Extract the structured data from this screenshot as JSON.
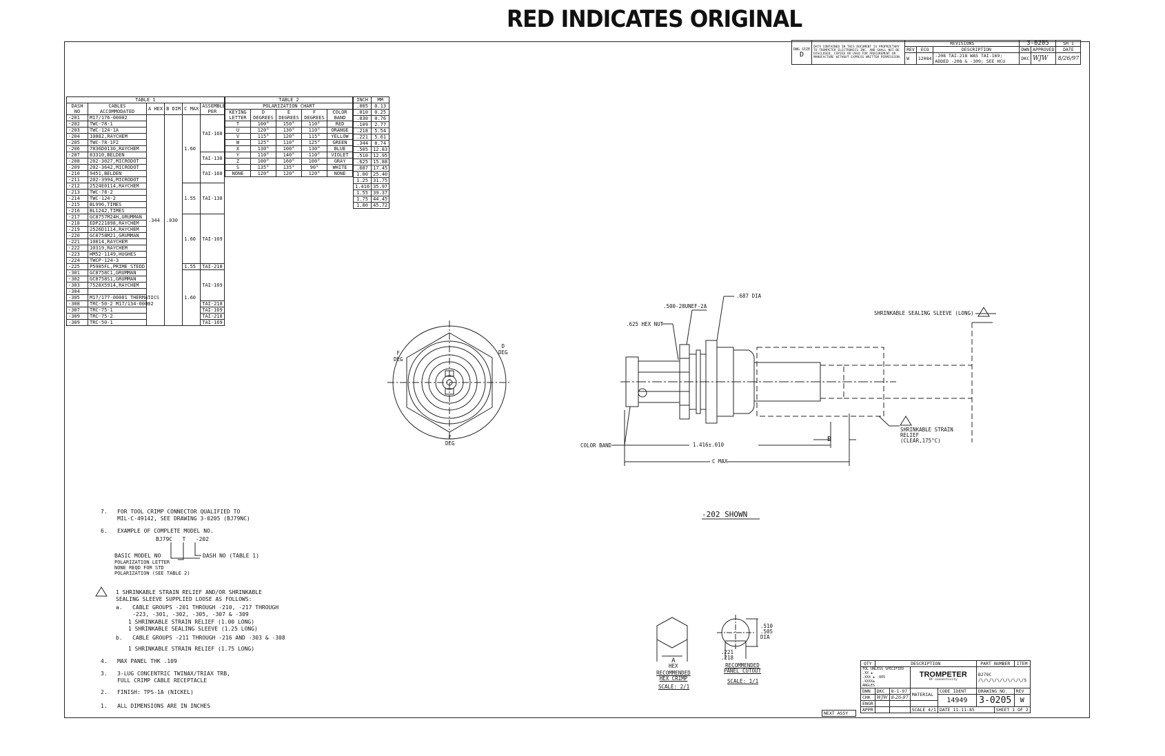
{
  "stamp": "RED INDICATES ORIGINAL",
  "rev_block": {
    "dwg_size_label": "DWG SIZE",
    "dwg_size": "D",
    "proprietary": "DATA CONTAINED IN THIS DOCUMENT IS PROPRIETARY TO TROMPETER ELECTRONICS INC. AND SHALL NOT BE DISCLOSED, COPIED OR USED FOR PROCUREMENT OR MANUFACTURE WITHOUT EXPRESS WRITTEN PERMISSION.",
    "title": "REVISIONS",
    "dwg_no": "3-0205",
    "sheet": "SH 1",
    "headers": [
      "REV",
      "ECO",
      "DESCRIPTION",
      "DWN",
      "APPROVED",
      "DATE"
    ],
    "rev": "W",
    "eco": "12084",
    "description": "-208 TAI-218 WAS TAI-169; ADDED -208 & -309; SEE HCU",
    "dwn": "DKC",
    "approved": "WJW",
    "date": "8/26/97"
  },
  "table1": {
    "title": "TABLE 1",
    "headers": [
      "DASH NO",
      "CABLES ACCOMMODATED",
      "A HEX",
      "B DIM",
      "C MAX",
      "ASSEMBLE PER"
    ],
    "rows": [
      [
        "-201",
        "M17/176-00002"
      ],
      [
        "-202",
        "TWC-78-1"
      ],
      [
        "-203",
        "TWC-124-1A"
      ],
      [
        "-204",
        "10882,RAYCHEM"
      ],
      [
        "-205",
        "TWC-78-1F2"
      ],
      [
        "-206",
        "7836D0130,RAYCHEM"
      ],
      [
        "-207",
        "83310,BELDEN"
      ],
      [
        "-208",
        "202-3027,MICRODOT"
      ],
      [
        "-209",
        "202-3642,MICRODOT"
      ],
      [
        "-210",
        "9451,BELDEN"
      ],
      [
        "-211",
        "202-3994,MICRODOT"
      ],
      [
        "-212",
        "2524E0114,RAYCHEM"
      ],
      [
        "-213",
        "TWC-78-2"
      ],
      [
        "-214",
        "TWC-124-2"
      ],
      [
        "-215",
        "BL996,TIMES"
      ],
      [
        "-216",
        "BL1242,TIMES"
      ],
      [
        "-217",
        "GC8757M24H,GRUMMAN"
      ],
      [
        "-218",
        "EDP221898,RAYCHEM"
      ],
      [
        "-219",
        "2526D1114,RAYCHEM"
      ],
      [
        "-220",
        "GC8758M21,GRUMMAN"
      ],
      [
        "-221",
        "10814,RAYCHEM"
      ],
      [
        "-222",
        "10319,RAYCHEM"
      ],
      [
        "-223",
        "HM52-1149,HUGHES"
      ],
      [
        "-224",
        "TWCP-124-3"
      ],
      [
        "-225",
        "P5985FL,PRIME STEDD"
      ],
      [
        "-301",
        "GC8758C1,GRUMMAN"
      ],
      [
        "-302",
        "GC8758S1,GRUMMAN"
      ],
      [
        "-303",
        "7528X5914,RAYCHEM"
      ],
      [
        "-304",
        ""
      ],
      [
        "-305",
        "M17/177-00001 THERMATICS"
      ],
      [
        "-308",
        "TRC-50-2 M17/134-00002"
      ],
      [
        "-307",
        "TRC-75-1"
      ],
      [
        "-309",
        "TRC-75-2"
      ],
      [
        "-309",
        "TRC-50-1"
      ]
    ],
    "a_hex": ".344",
    "b_dim": ".030",
    "c_groups": [
      "1.60",
      "1.55",
      "1.60",
      "1.55",
      "1.60"
    ],
    "assemble_groups": [
      "TAI-168",
      "TAI-138",
      "TAI-168",
      "TAI-138",
      "TAI-169",
      "TAI-218",
      "TAI-169",
      "TAI-218",
      "TAI-169"
    ]
  },
  "table2": {
    "title": "TABLE 2",
    "subtitle": "POLARIZATION CHART",
    "headers": [
      "KEYING LETTER",
      "D DEGREES",
      "E DEGREES",
      "F DEGREES",
      "COLOR BAND"
    ],
    "rows": [
      [
        "T",
        "100°",
        "150°",
        "110°",
        "RED"
      ],
      [
        "U",
        "120°",
        "130°",
        "110°",
        "ORANGE"
      ],
      [
        "V",
        "115°",
        "120°",
        "115°",
        "YELLOW"
      ],
      [
        "W",
        "125°",
        "110°",
        "125°",
        "GREEN"
      ],
      [
        "X",
        "130°",
        "100°",
        "130°",
        "BLUE"
      ],
      [
        "Y",
        "110°",
        "140°",
        "110°",
        "VIOLET"
      ],
      [
        "Z",
        "100°",
        "160°",
        "100°",
        "GRAY"
      ],
      [
        "S",
        "135°",
        "135°",
        "90°",
        "WHITE"
      ],
      [
        "NONE",
        "120°",
        "120°",
        "120°",
        "NONE"
      ]
    ]
  },
  "table3": {
    "headers": [
      "INCH",
      "MM"
    ],
    "rows": [
      [
        ".005",
        "0.13"
      ],
      [
        ".010",
        "0.25"
      ],
      [
        ".030",
        "0.76"
      ],
      [
        ".109",
        "2.77"
      ],
      [
        ".218",
        "5.54"
      ],
      [
        ".221",
        "5.61"
      ],
      [
        ".344",
        "8.74"
      ],
      [
        ".505",
        "12.83"
      ],
      [
        ".510",
        "12.95"
      ],
      [
        ".625",
        "15.88"
      ],
      [
        ".687",
        "17.45"
      ],
      [
        "1.00",
        "25.40"
      ],
      [
        "1.25",
        "31.75"
      ],
      [
        "1.416",
        "35.97"
      ],
      [
        "1.55",
        "39.37"
      ],
      [
        "1.75",
        "44.45"
      ],
      [
        "1.80",
        "45.72"
      ]
    ]
  },
  "front_view": {
    "d_label": "D",
    "e_label": "E",
    "f_label": "F",
    "deg": "DEG"
  },
  "side_view": {
    "thread": ".500-28UNEF-2A",
    "dia": ".687 DIA",
    "hex_nut": ".625 HEX NUT",
    "sleeve": "SHRINKABLE SEALING SLEEVE (LONG)",
    "relief": "SHRINKABLE STRAIN RELIEF (CLEAR,175°C)",
    "color_band": "COLOR BAND",
    "len": "1.416±.010",
    "b": "B",
    "c": "C MAX",
    "shown": "-202 SHOWN"
  },
  "notes": {
    "n7": "7.   FOR TOOL CRIMP CONNECTOR QUALIFIED TO\n     MIL-C-49142, SEE DRAWING 3-0205 (BJ79NC)",
    "n6": "6.   EXAMPLE OF COMPLETE MODEL NO.",
    "model": "BJ79C   T   -202",
    "basic": "BASIC MODEL NO",
    "polar": "POLARIZATION LETTER\nNONE REQD FOR STD\nPOLARIZATION (SEE TABLE 2)",
    "dash": "DASH NO (TABLE 1)",
    "n5": "1 SHRINKABLE STRAIN RELIEF AND/OR SHRINKABLE\nSEALING SLEEVE SUPPLIED LOOSE AS FOLLOWS:",
    "n5a": "a.   CABLE GROUPS -201 THROUGH -210, -217 THROUGH\n     -223, -301, -302, -305, -307 & -309",
    "n5a2": "1 SHRINKABLE STRAIN RELIEF (1.00 LONG)\n1 SHRINKABLE SEALING SLEEVE (1.25 LONG)",
    "n5b": "b.   CABLE GROUPS -211 THROUGH -216 AND -303 & -308",
    "n5b2": "1 SHRINKABLE STRAIN RELIEF (1.75 LONG)",
    "n4": "4.   MAX PANEL THK .109",
    "n3": "3.   3-LUG CONCENTRIC TWINAX/TRIAX TRB,\n     FULL CRIMP CABLE RECEPTACLE",
    "n2": "2.   FINISH: TPS-1A (NICKEL)",
    "n1": "1.   ALL DIMENSIONS ARE IN INCHES"
  },
  "hex_crimp": {
    "a": "A",
    "hex": "HEX",
    "title": "RECOMMENDED HEX CRIMP",
    "scale": "SCALE: 2/1"
  },
  "cutout": {
    "d1": ".510",
    "d2": ".505",
    "dia": "DIA",
    "d3": ".221",
    "d4": ".218",
    "title": "RECOMMENDED PANEL CUTOUT",
    "scale": "SCALE: 1/1"
  },
  "title_block": {
    "qty": "QTY",
    "description": "DESCRIPTION",
    "part_number": "PART NUMBER",
    "item": "ITEM",
    "tol": "TOL UNLESS SPECIFIED",
    "tol1": ".XX ±",
    "tol2": ".XXX ± .005",
    "tol3": ".XXXX±",
    "tol4": "ANGLES",
    "company": "TROMPETER",
    "company_sub": "RF connectivity",
    "part_code": "BJ79C",
    "part_suffix": "/\\/\\/\\/\\/\\/\\/\\/\\/S",
    "dwn_label": "DWN",
    "dwn": "DKC",
    "dwn_date": "8-1-97",
    "chk_label": "CHK",
    "chk": "WJW",
    "chk_date": "8-26-97",
    "engr_label": "ENGR",
    "appr_label": "APPR",
    "material": "MATERIAL",
    "code_ident": "CODE IDENT",
    "code": "14949",
    "drawing_no_label": "DRAWING NO.",
    "drawing_no": "3-0205",
    "rev_label": "REV",
    "rev": "W",
    "next_assy": "NEXT ASSY",
    "scale": "SCALE 4/1",
    "date": "DATE 11-11-85",
    "sheet": "SHEET 1 OF 2"
  }
}
